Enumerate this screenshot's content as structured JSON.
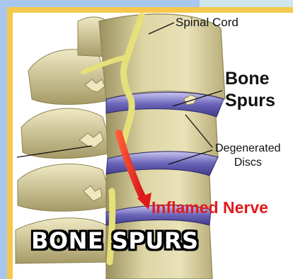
{
  "labels": {
    "spinal_cord": "Spinal Cord",
    "bone_spurs_line1": "Bone",
    "bone_spurs_line2": "Spurs",
    "discs_line1": "Degenerated",
    "discs_line2": "Discs",
    "inflamed_nerve": "Inflamed Nerve"
  },
  "caption": "BONE SPURS",
  "colors": {
    "frame_outer": "#a9c7ec",
    "frame_inner": "#f5c84d",
    "bone": "#d9cf9c",
    "nerve_healthy": "#e6e07a",
    "nerve_inflamed": "#e1191b",
    "disc": "#6a63b8"
  }
}
